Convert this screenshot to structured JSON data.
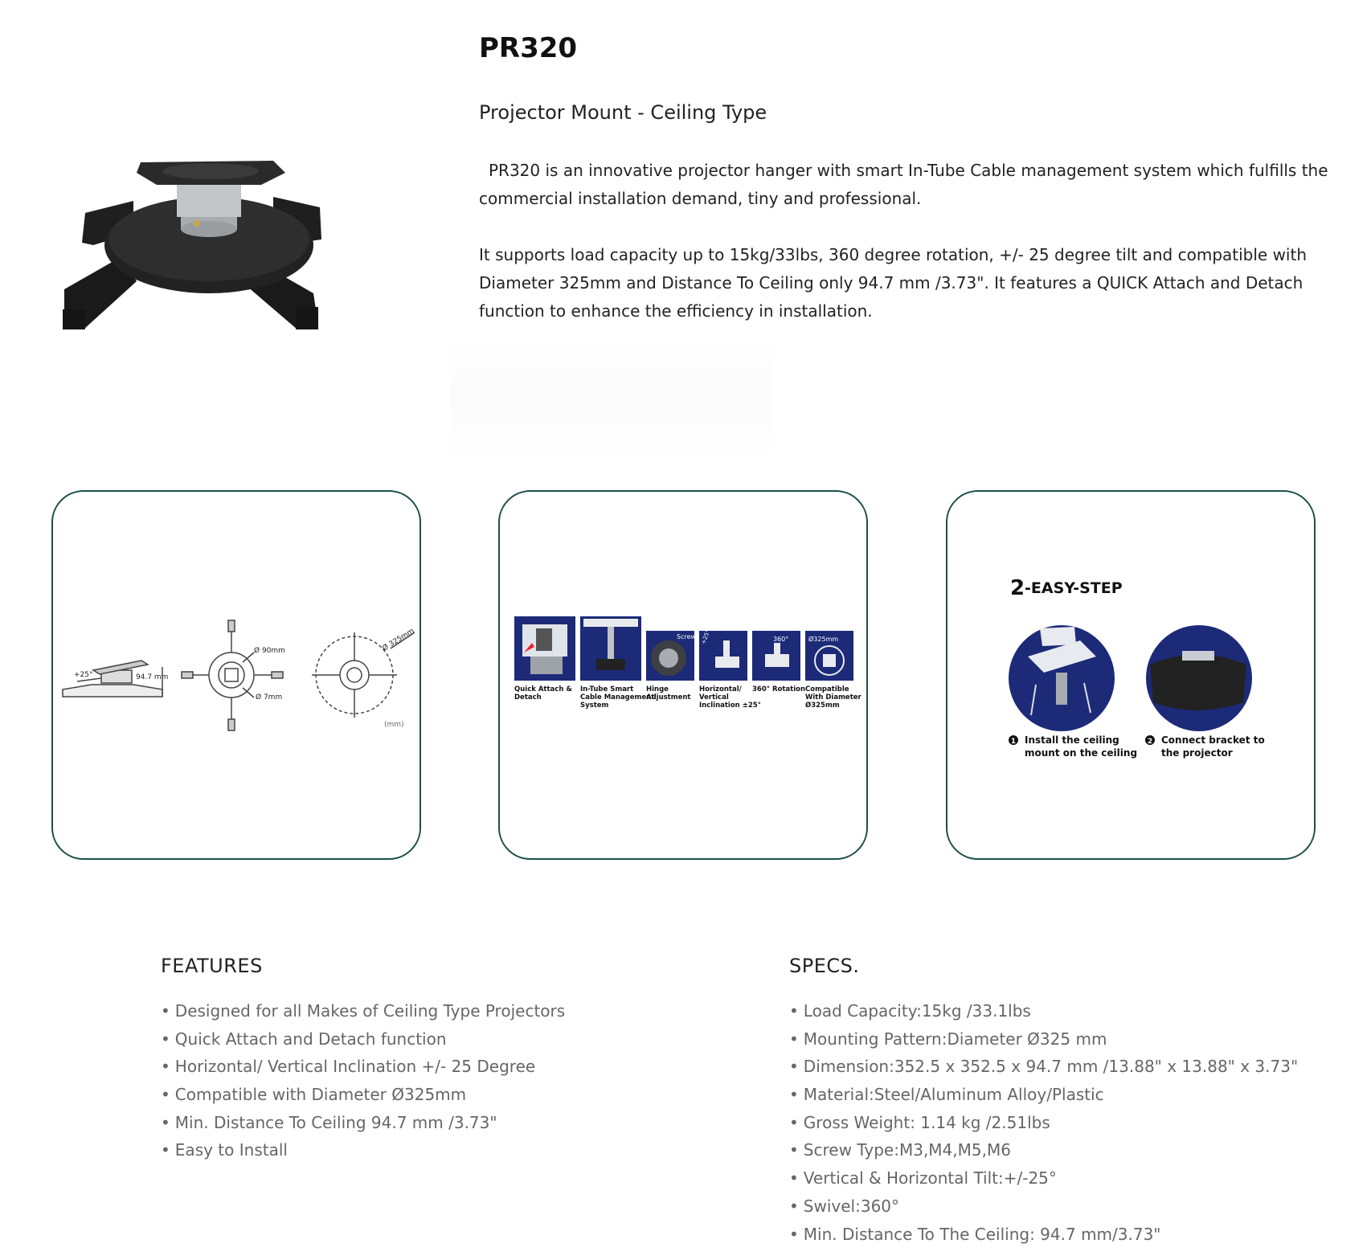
{
  "product": {
    "title": "PR320",
    "subtitle": "Projector Mount - Ceiling Type",
    "description_1": "PR320 is an innovative projector hanger with smart In-Tube Cable management system which fulfills the commercial installation demand, tiny and professional.",
    "description_2": "It supports load capacity up to 15kg/33lbs, 360 degree rotation, +/- 25 degree tilt and compatible with Diameter 325mm and Distance To Ceiling only 94.7 mm /3.73\". It features a QUICK Attach and Detach function to enhance the efficiency in installation."
  },
  "dimension_card": {
    "tilt_label": "+25°",
    "height_label": "94.7  mm",
    "diameter_90": "Ø 90mm",
    "diameter_7": "Ø 7mm",
    "diameter_325": "Ø 325mm",
    "unit": "(mm)"
  },
  "feature_icons": [
    {
      "label": "Quick Attach & Detach",
      "lines": [
        "Quick Attach &",
        "Detach"
      ]
    },
    {
      "label": "In-Tube Smart Cable Management System",
      "lines": [
        "In-Tube Smart",
        "Cable Management",
        "System"
      ]
    },
    {
      "label": "Hinge Adjustment",
      "lines": [
        "Hinge",
        "Adjustment"
      ],
      "inner": "Screw"
    },
    {
      "label": "Horizontal/ Vertical Inclination ±25°",
      "lines": [
        "Horizontal/",
        "Vertical",
        "Inclination ±25°"
      ],
      "inner": "+25°"
    },
    {
      "label": "360° Rotation",
      "lines": [
        "360° Rotation"
      ],
      "inner": "360°"
    },
    {
      "label": "Compatible With Diameter Ø325mm",
      "lines": [
        "Compatible",
        "With Diameter",
        "Ø325mm"
      ],
      "inner": "Ø325mm"
    }
  ],
  "easy_step": {
    "title_num": "2",
    "title_text": "-EASY-STEP",
    "step1_num": "1",
    "step1_line1": "Install the ceiling",
    "step1_line2": "mount on the ceiling",
    "step2_num": "2",
    "step2_line1": "Connect bracket to",
    "step2_line2": "the projector"
  },
  "features": {
    "title": "FEATURES",
    "items": [
      "Designed for all Makes of Ceiling Type Projectors",
      "Quick Attach and Detach function",
      "Horizontal/ Vertical Inclination +/- 25 Degree",
      "Compatible with Diameter Ø325mm",
      "Min. Distance To Ceiling 94.7 mm /3.73\"",
      "Easy to Install"
    ]
  },
  "specs": {
    "title": "SPECS.",
    "items": [
      "Load Capacity:15kg /33.1lbs",
      "Mounting Pattern:Diameter Ø325 mm",
      "Dimension:352.5 x 352.5 x 94.7 mm /13.88\" x 13.88\" x 3.73\"",
      "Material:Steel/Aluminum Alloy/Plastic",
      "Gross Weight: 1.14 kg /2.51lbs",
      "Screw Type:M3,M4,M5,M6",
      "Vertical & Horizontal Tilt:+/-25°",
      "Swivel:360°",
      "Min. Distance To The Ceiling: 94.7 mm/3.73\""
    ]
  },
  "colors": {
    "card_border": "#1d4f4b",
    "icon_navy": "#1c2a78",
    "list_text": "#666666"
  }
}
